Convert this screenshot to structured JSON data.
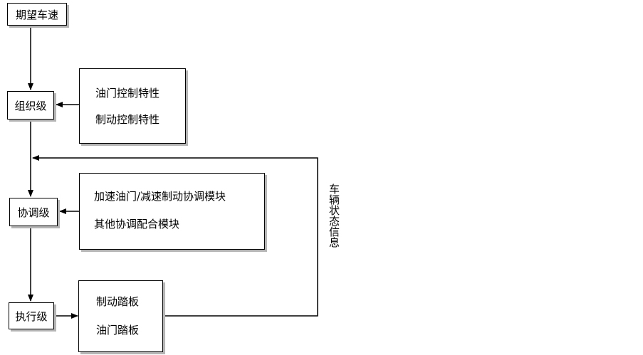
{
  "stages": {
    "desired_speed": "期望车速",
    "organization": "组织级",
    "coordination": "协调级",
    "execution": "执行级"
  },
  "organization_inputs": {
    "line1": "油门控制特性",
    "line2": "制动控制特性"
  },
  "coordination_inputs": {
    "line1": "加速油门/减速制动协调模块",
    "line2": "其他协调配合模块"
  },
  "execution_inputs": {
    "line1": "制动踏板",
    "line2": "油门踏板"
  },
  "feedback_label": "车辆状态信息",
  "colors": {
    "stroke": "#000000",
    "shadow": "#b5b5b5",
    "background": "#ffffff"
  }
}
